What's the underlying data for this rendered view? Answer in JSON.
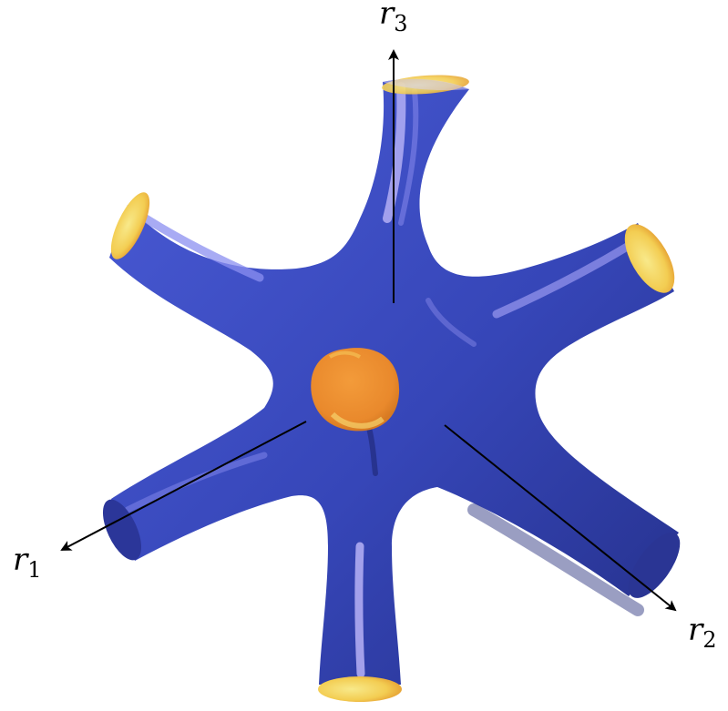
{
  "axes": {
    "r1": {
      "symbol": "r",
      "subscript": "1"
    },
    "r2": {
      "symbol": "r",
      "subscript": "2"
    },
    "r3": {
      "symbol": "r",
      "subscript": "3"
    }
  },
  "colors": {
    "surface": "#3a4bc0",
    "surface_dark": "#26328f",
    "highlight": "#a9a6f0",
    "interior": "#f19a3c",
    "interior_rim": "#f6e27a",
    "axis": "#000000",
    "background": "#ffffff"
  }
}
